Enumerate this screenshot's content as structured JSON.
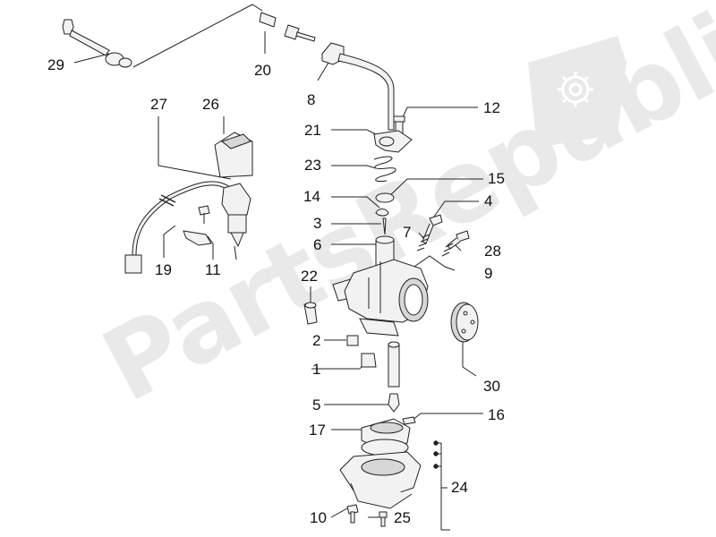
{
  "watermark": {
    "text": "PartsRepublik",
    "logo_icon": "gear-flag-icon"
  },
  "colors": {
    "line": "#222222",
    "part_fill": "#f2f2f2",
    "part_shade": "#d7d7d7",
    "watermark": "#e8e8e8",
    "dot": "#222222"
  },
  "callouts": [
    {
      "id": "29",
      "text": "29"
    },
    {
      "id": "20",
      "text": "20"
    },
    {
      "id": "8",
      "text": "8"
    },
    {
      "id": "12",
      "text": "12"
    },
    {
      "id": "27",
      "text": "27"
    },
    {
      "id": "26",
      "text": "26"
    },
    {
      "id": "21",
      "text": "21"
    },
    {
      "id": "23",
      "text": "23"
    },
    {
      "id": "15",
      "text": "15"
    },
    {
      "id": "14",
      "text": "14"
    },
    {
      "id": "4",
      "text": "4"
    },
    {
      "id": "3",
      "text": "3"
    },
    {
      "id": "7",
      "text": "7"
    },
    {
      "id": "6",
      "text": "6"
    },
    {
      "id": "28",
      "text": "28"
    },
    {
      "id": "9",
      "text": "9"
    },
    {
      "id": "19",
      "text": "19"
    },
    {
      "id": "11",
      "text": "11"
    },
    {
      "id": "22",
      "text": "22"
    },
    {
      "id": "2",
      "text": "2"
    },
    {
      "id": "1",
      "text": "1"
    },
    {
      "id": "30",
      "text": "30"
    },
    {
      "id": "5",
      "text": "5"
    },
    {
      "id": "16",
      "text": "16"
    },
    {
      "id": "17",
      "text": "17"
    },
    {
      "id": "24",
      "text": "24"
    },
    {
      "id": "10",
      "text": "10"
    },
    {
      "id": "25",
      "text": "25"
    }
  ]
}
